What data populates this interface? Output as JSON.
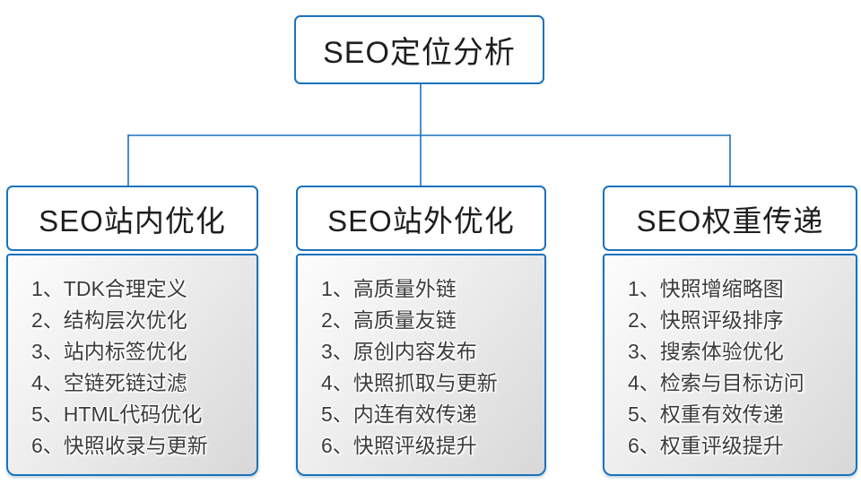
{
  "root": {
    "label": "SEO定位分析"
  },
  "sections": [
    {
      "title": "SEO站内优化",
      "items": [
        "1、TDK合理定义",
        "2、结构层次优化",
        "3、站内标签优化",
        "4、空链死链过滤",
        "5、HTML代码优化",
        "6、快照收录与更新"
      ]
    },
    {
      "title": "SEO站外优化",
      "items": [
        "1、高质量外链",
        "2、高质量友链",
        "3、原创内容发布",
        "4、快照抓取与更新",
        "5、内连有效传递",
        "6、快照评级提升"
      ]
    },
    {
      "title": "SEO权重传递",
      "items": [
        "1、快照增缩略图",
        "2、快照评级排序",
        "3、搜索体验优化",
        "4、检索与目标访问",
        "5、权重有效传递",
        "6、权重评级提升"
      ]
    }
  ],
  "colors": {
    "accent": "#1b72bd",
    "item_text": "#3c3c3c",
    "header_text": "#1e1e1e",
    "list_bg_start": "#fdfdfd",
    "list_bg_end": "#d8d8d8"
  }
}
